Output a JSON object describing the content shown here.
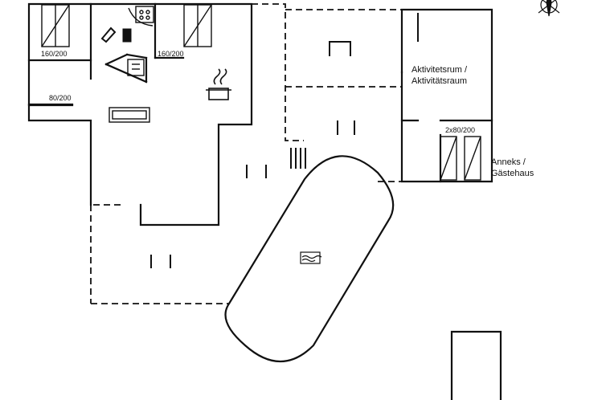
{
  "colors": {
    "wall": "#111111",
    "background": "#ffffff"
  },
  "bed_labels": {
    "bed1": "160/200",
    "bed2": "160/200",
    "bed3": "80/200",
    "bed4": "2x80/200"
  },
  "rooms": {
    "activity_line1": "Aktivitetsrum /",
    "activity_line2": "Aktivitätsraum",
    "annex_line1": "Anneks /",
    "annex_line2": "Gästehaus"
  },
  "icons": [
    "compass-icon",
    "toilet-icon",
    "shower-icon",
    "stove-icon",
    "sofa-icon",
    "pool-icon"
  ]
}
